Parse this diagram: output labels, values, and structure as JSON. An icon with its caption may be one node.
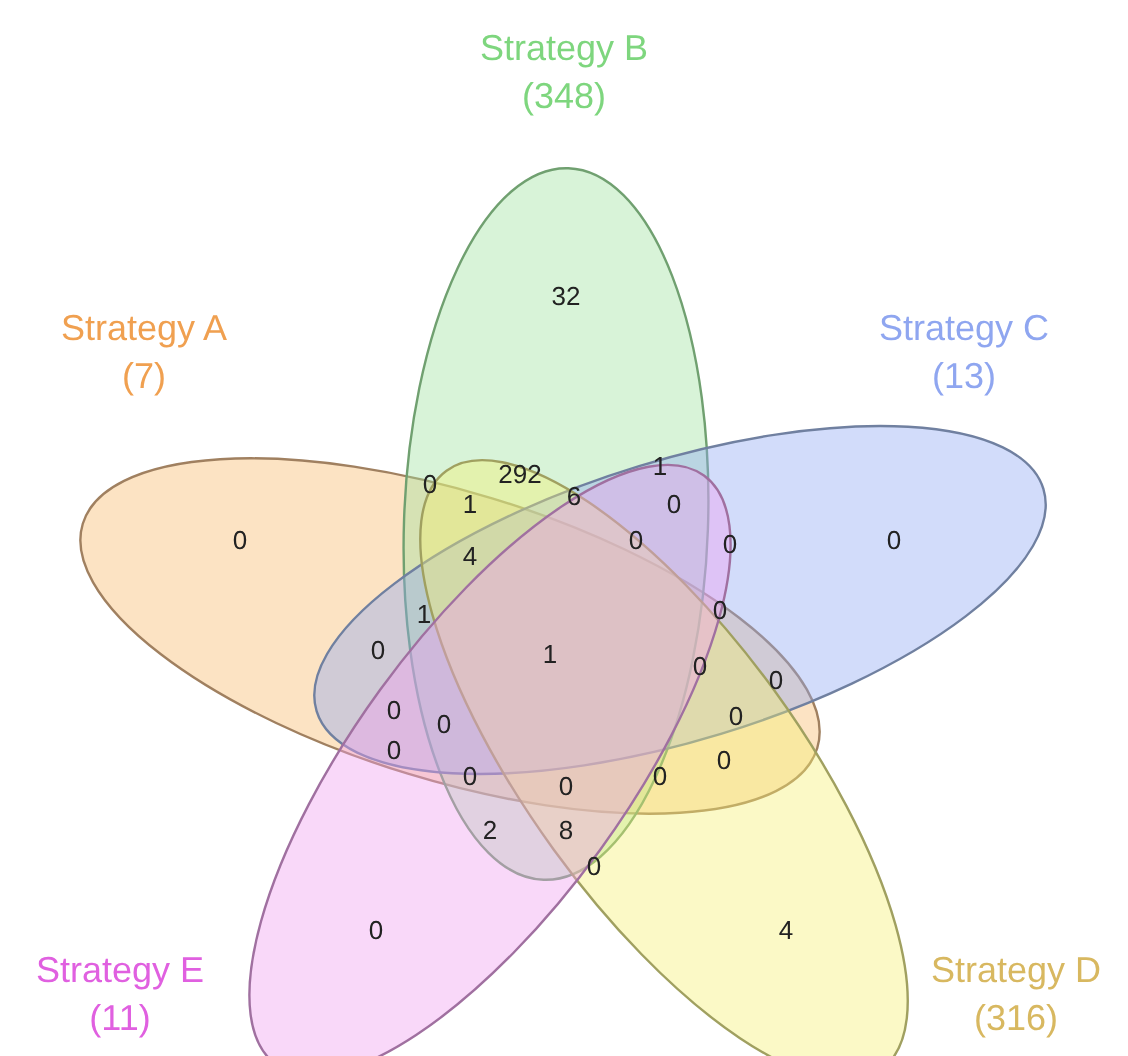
{
  "diagram": {
    "nodes": [
      {
        "text": [
          "Strategy A",
          "(7)"
        ]
      },
      {
        "text": [
          "Strategy B",
          "(348)"
        ]
      },
      {
        "text": [
          "Strategy C",
          "(13)"
        ]
      },
      {
        "text": [
          "Strategy D",
          "(316)"
        ]
      },
      {
        "text": [
          "Strategy E",
          "(11)"
        ]
      }
    ],
    "labels": [
      "32",
      "1",
      "292",
      "0",
      "1",
      "6",
      "0",
      "0",
      "0",
      "0",
      "0",
      "4",
      "1",
      "0",
      "0",
      "1",
      "0",
      "0",
      "0",
      "0",
      "0",
      "0",
      "0",
      "0",
      "0",
      "0",
      "2",
      "8",
      "0",
      "4",
      "0"
    ]
  }
}
